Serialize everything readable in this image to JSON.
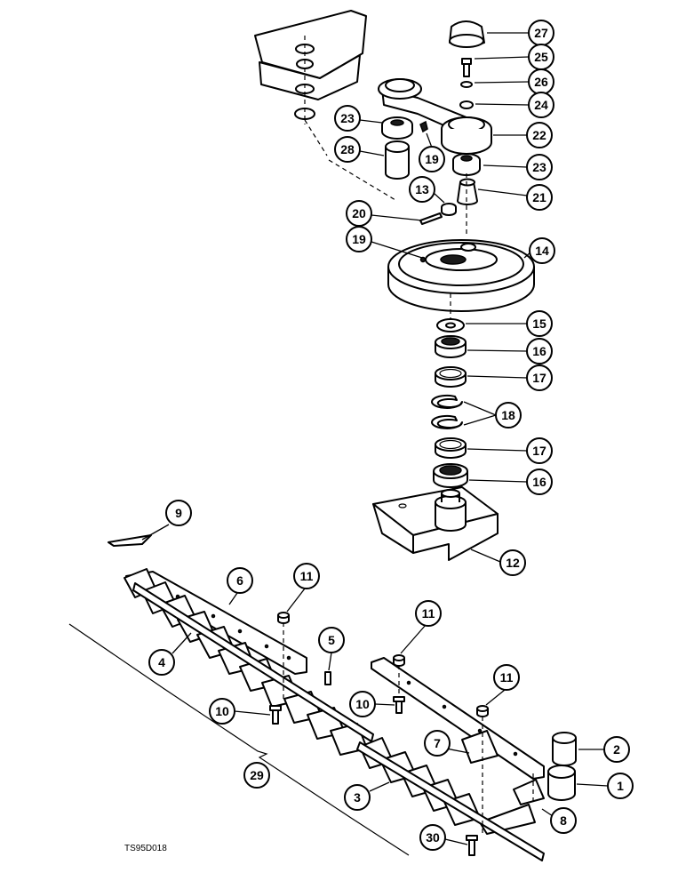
{
  "callouts": [
    {
      "id": "c27",
      "label": "27"
    },
    {
      "id": "c25",
      "label": "25"
    },
    {
      "id": "c26",
      "label": "26"
    },
    {
      "id": "c24",
      "label": "24"
    },
    {
      "id": "c23a",
      "label": "23"
    },
    {
      "id": "c22",
      "label": "22"
    },
    {
      "id": "c28",
      "label": "28"
    },
    {
      "id": "c19a",
      "label": "19"
    },
    {
      "id": "c23b",
      "label": "23"
    },
    {
      "id": "c13",
      "label": "13"
    },
    {
      "id": "c21",
      "label": "21"
    },
    {
      "id": "c20",
      "label": "20"
    },
    {
      "id": "c19b",
      "label": "19"
    },
    {
      "id": "c14",
      "label": "14"
    },
    {
      "id": "c15",
      "label": "15"
    },
    {
      "id": "c16a",
      "label": "16"
    },
    {
      "id": "c17a",
      "label": "17"
    },
    {
      "id": "c18",
      "label": "18"
    },
    {
      "id": "c17b",
      "label": "17"
    },
    {
      "id": "c16b",
      "label": "16"
    },
    {
      "id": "c9",
      "label": "9"
    },
    {
      "id": "c12",
      "label": "12"
    },
    {
      "id": "c6",
      "label": "6"
    },
    {
      "id": "c11a",
      "label": "11"
    },
    {
      "id": "c11b",
      "label": "11"
    },
    {
      "id": "c4",
      "label": "4"
    },
    {
      "id": "c5",
      "label": "5"
    },
    {
      "id": "c11c",
      "label": "11"
    },
    {
      "id": "c10a",
      "label": "10"
    },
    {
      "id": "c10b",
      "label": "10"
    },
    {
      "id": "c7",
      "label": "7"
    },
    {
      "id": "c2",
      "label": "2"
    },
    {
      "id": "c29",
      "label": "29"
    },
    {
      "id": "c1",
      "label": "1"
    },
    {
      "id": "c3",
      "label": "3"
    },
    {
      "id": "c8",
      "label": "8"
    },
    {
      "id": "c30",
      "label": "30"
    }
  ],
  "figure_code": "TS95D018"
}
